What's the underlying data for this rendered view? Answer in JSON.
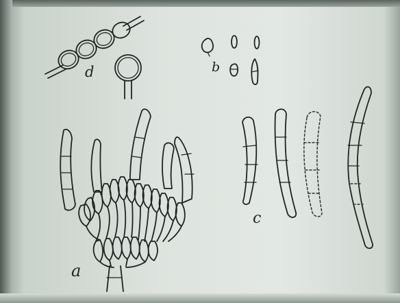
{
  "figure": {
    "panel_labels": {
      "a": "a",
      "b": "b",
      "c": "c",
      "d": "d"
    }
  },
  "colors": {
    "paper": "#dde3de",
    "ink": "#1e2421"
  }
}
